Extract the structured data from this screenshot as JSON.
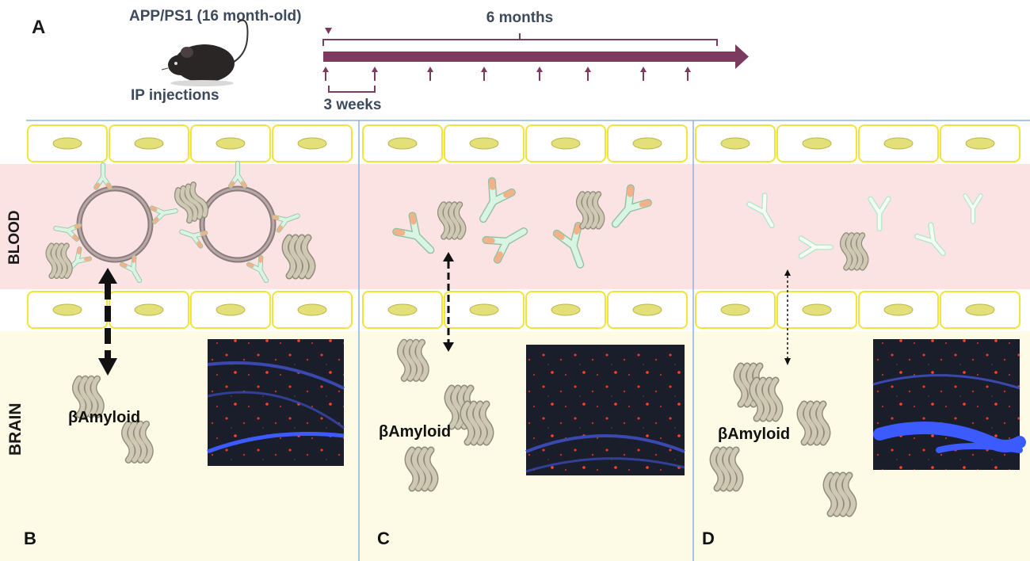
{
  "panel_labels": {
    "a": "A",
    "b": "B",
    "c": "C",
    "d": "D"
  },
  "timeline": {
    "model_label": "APP/PS1 (16 month-old)",
    "route_label": "IP injections",
    "duration_label": "6 months",
    "interval_label": "3 weeks",
    "injection_count": 8
  },
  "compartments": {
    "blood": "BLOOD",
    "brain": "BRAIN"
  },
  "amyloid_label": "βAmyloid",
  "colors": {
    "timeline": "#7b3a5e",
    "label_text": "#3d4a5c",
    "blood_band": "#fbe3e3",
    "brain_band": "#fdfbe6",
    "endothelial_border": "#f0e43a",
    "nucleus": "#e3e07a",
    "antibody_fill": "#d7f5e2",
    "antibody_tip": "#f2b187",
    "amyloid": "#cfc9b4",
    "panel_divider": "#8fb1e0"
  },
  "icons": {
    "mouse": "mouse-icon",
    "nanoparticle": "nanoparticle-icon",
    "antibody": "antibody-icon",
    "amyloid_fibril": "amyloid-fibril-icon",
    "micrograph": "brain-section-micrograph"
  }
}
